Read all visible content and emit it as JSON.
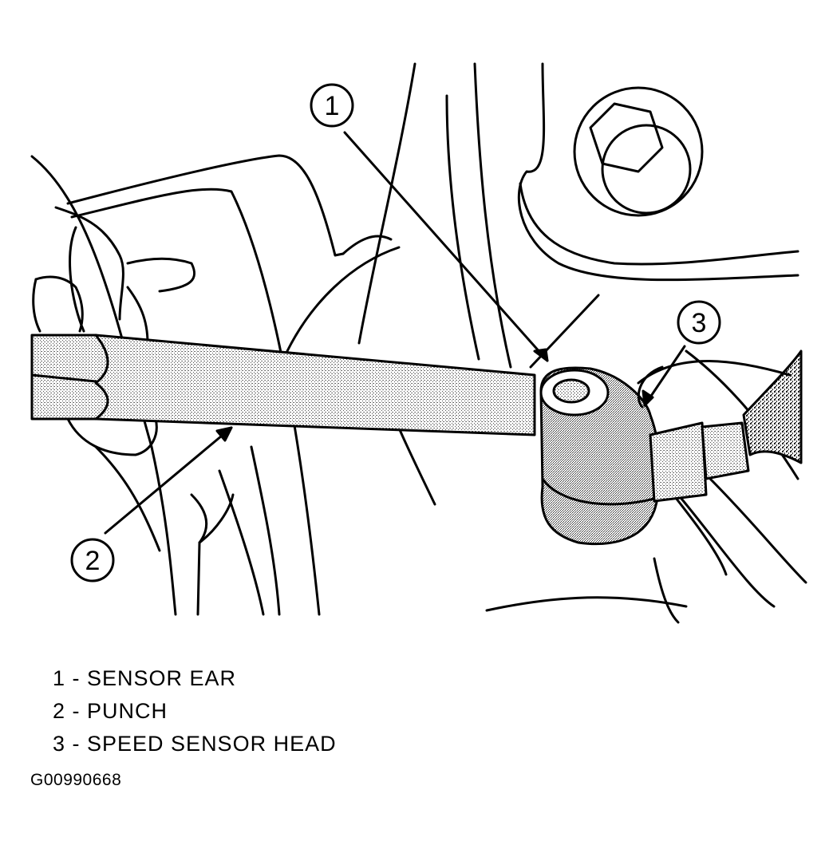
{
  "callouts": [
    {
      "number": "1",
      "label": "SENSOR EAR"
    },
    {
      "number": "2",
      "label": "PUNCH"
    },
    {
      "number": "3",
      "label": "SPEED SENSOR HEAD"
    }
  ],
  "legend": [
    "1 - SENSOR EAR",
    "2 - PUNCH",
    "3 - SPEED SENSOR HEAD"
  ],
  "figure_code": "G00990668"
}
